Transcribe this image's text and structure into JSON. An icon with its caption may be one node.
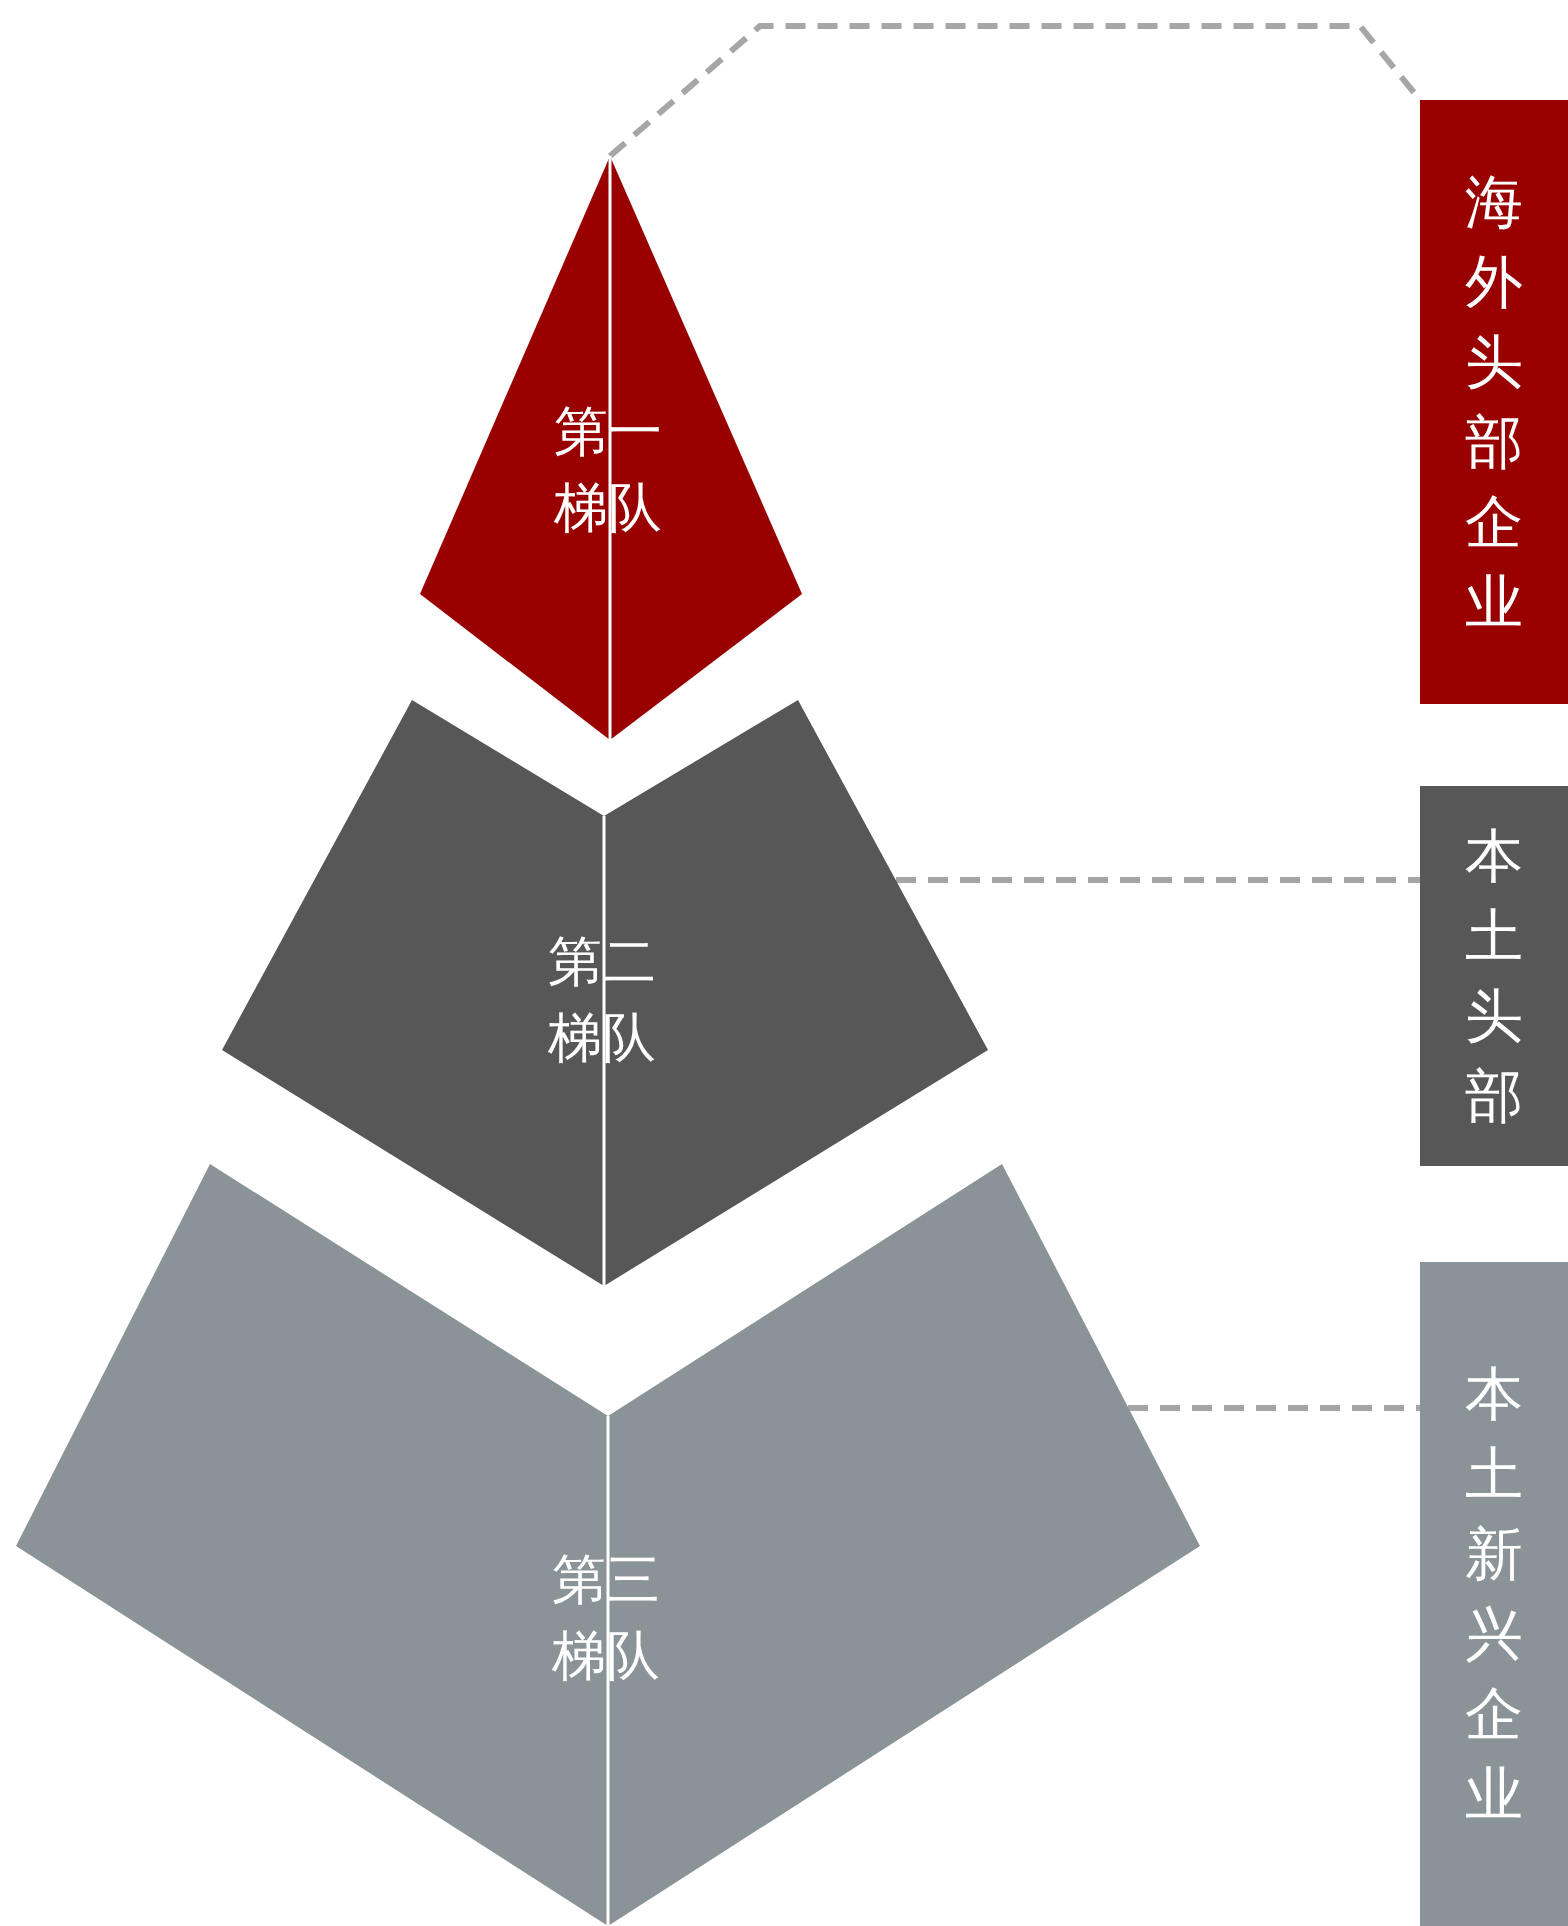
{
  "diagram": {
    "nodes": [
      {
        "text": [
          "第一梯队"
        ]
      },
      {
        "text": [
          "第二梯队"
        ]
      },
      {
        "text": [
          "第三梯队"
        ]
      },
      {
        "text": [
          "海外头部企业"
        ]
      },
      {
        "text": [
          "本土头部"
        ]
      },
      {
        "text": [
          "本土新兴企业"
        ]
      }
    ],
    "edges": [
      {
        "from": 0,
        "to": 3,
        "arrow": "none",
        "style": "dashed"
      },
      {
        "from": 1,
        "to": 4,
        "arrow": "none",
        "style": "dashed"
      },
      {
        "from": 2,
        "to": 5,
        "arrow": "none",
        "style": "dashed"
      }
    ]
  }
}
